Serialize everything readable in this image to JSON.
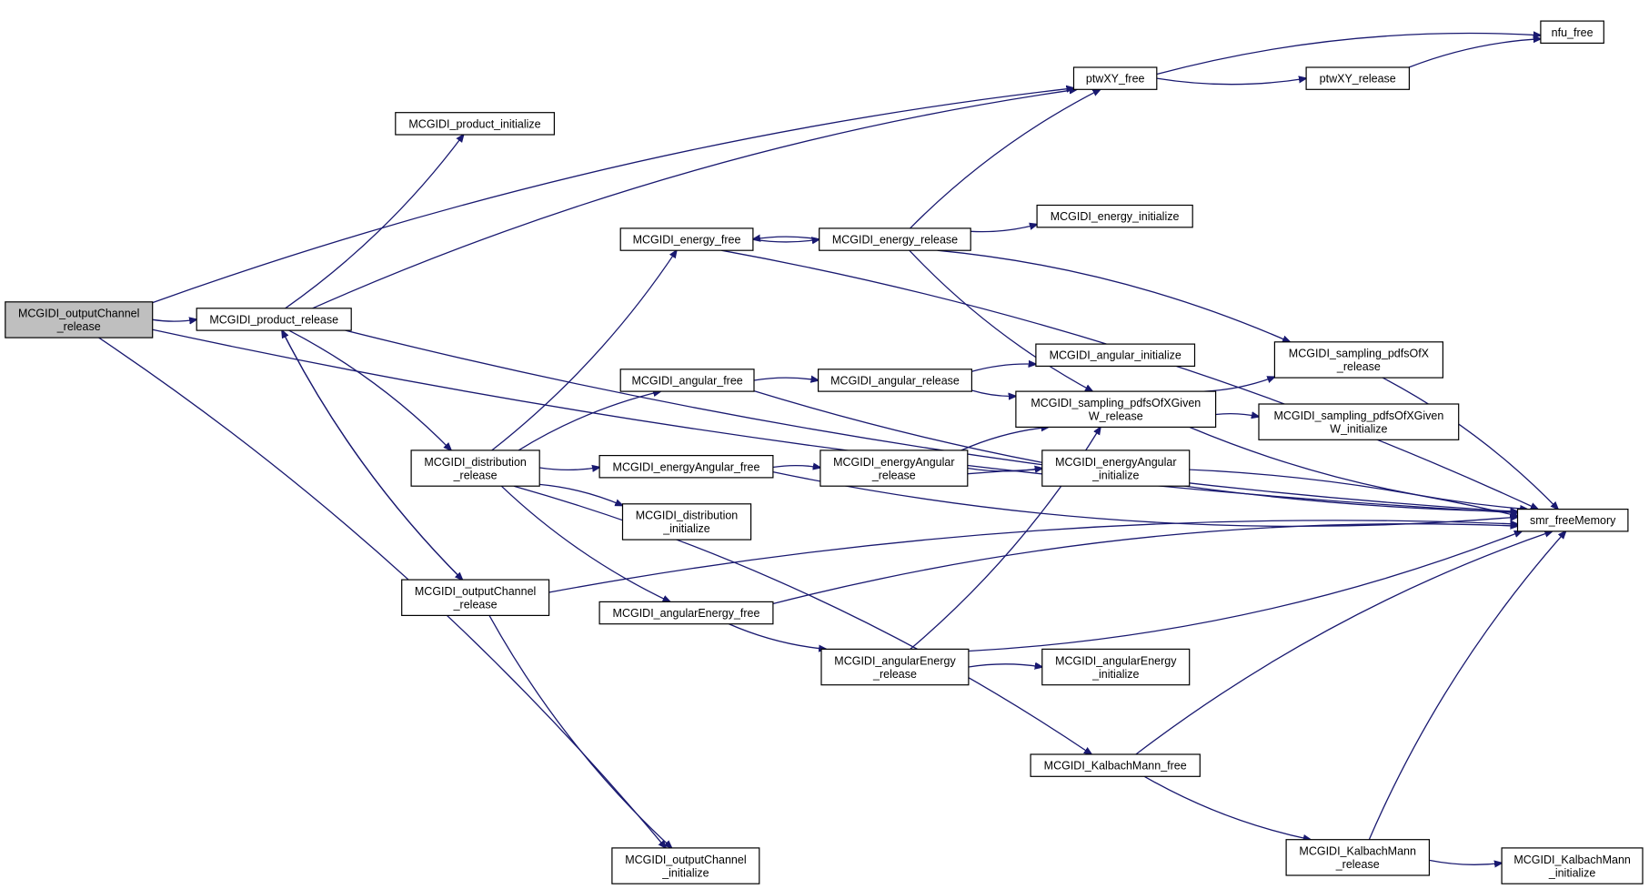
{
  "nodes": {
    "root": [
      "MCGIDI_outputChannel",
      "_release"
    ],
    "product_release": [
      "MCGIDI_product_release"
    ],
    "product_initialize": [
      "MCGIDI_product_initialize"
    ],
    "distribution_release": [
      "MCGIDI_distribution",
      "_release"
    ],
    "outputChannel_release": [
      "MCGIDI_outputChannel",
      "_release"
    ],
    "outputChannel_initialize": [
      "MCGIDI_outputChannel",
      "_initialize"
    ],
    "energy_free": [
      "MCGIDI_energy_free"
    ],
    "angular_free": [
      "MCGIDI_angular_free"
    ],
    "energyAngular_free": [
      "MCGIDI_energyAngular_free"
    ],
    "distribution_initialize": [
      "MCGIDI_distribution",
      "_initialize"
    ],
    "angularEnergy_free": [
      "MCGIDI_angularEnergy_free"
    ],
    "energy_release": [
      "MCGIDI_energy_release"
    ],
    "angular_release": [
      "MCGIDI_angular_release"
    ],
    "energyAngular_release": [
      "MCGIDI_energyAngular",
      "_release"
    ],
    "angularEnergy_release": [
      "MCGIDI_angularEnergy",
      "_release"
    ],
    "ptwXY_free": [
      "ptwXY_free"
    ],
    "ptwXY_release": [
      "ptwXY_release"
    ],
    "nfu_free": [
      "nfu_free"
    ],
    "energy_initialize": [
      "MCGIDI_energy_initialize"
    ],
    "angular_initialize": [
      "MCGIDI_angular_initialize"
    ],
    "sampling_pdfsOfXGivenW_release": [
      "MCGIDI_sampling_pdfsOfXGiven",
      "W_release"
    ],
    "sampling_pdfsOfX_release": [
      "MCGIDI_sampling_pdfsOfX",
      "_release"
    ],
    "sampling_pdfsOfXGivenW_initialize": [
      "MCGIDI_sampling_pdfsOfXGiven",
      "W_initialize"
    ],
    "energyAngular_initialize": [
      "MCGIDI_energyAngular",
      "_initialize"
    ],
    "angularEnergy_initialize": [
      "MCGIDI_angularEnergy",
      "_initialize"
    ],
    "smr_freeMemory": [
      "smr_freeMemory"
    ],
    "KalbachMann_free": [
      "MCGIDI_KalbachMann_free"
    ],
    "KalbachMann_release": [
      "MCGIDI_KalbachMann",
      "_release"
    ],
    "KalbachMann_initialize": [
      "MCGIDI_KalbachMann",
      "_initialize"
    ]
  },
  "edges": [
    [
      "root",
      "product_release"
    ],
    [
      "root",
      "ptwXY_free"
    ],
    [
      "root",
      "smr_freeMemory"
    ],
    [
      "root",
      "outputChannel_initialize"
    ],
    [
      "product_release",
      "product_initialize"
    ],
    [
      "product_release",
      "ptwXY_free"
    ],
    [
      "product_release",
      "smr_freeMemory"
    ],
    [
      "product_release",
      "distribution_release"
    ],
    [
      "product_release",
      "outputChannel_release"
    ],
    [
      "outputChannel_release",
      "product_release"
    ],
    [
      "outputChannel_release",
      "outputChannel_initialize"
    ],
    [
      "outputChannel_release",
      "smr_freeMemory"
    ],
    [
      "distribution_release",
      "energy_free"
    ],
    [
      "distribution_release",
      "angular_free"
    ],
    [
      "distribution_release",
      "energyAngular_free"
    ],
    [
      "distribution_release",
      "distribution_initialize"
    ],
    [
      "distribution_release",
      "angularEnergy_free"
    ],
    [
      "distribution_release",
      "KalbachMann_free"
    ],
    [
      "energy_free",
      "energy_release"
    ],
    [
      "energy_free",
      "smr_freeMemory"
    ],
    [
      "energy_release",
      "energy_free"
    ],
    [
      "energy_release",
      "ptwXY_free"
    ],
    [
      "energy_release",
      "energy_initialize"
    ],
    [
      "energy_release",
      "sampling_pdfsOfX_release"
    ],
    [
      "energy_release",
      "sampling_pdfsOfXGivenW_release"
    ],
    [
      "angular_free",
      "angular_release"
    ],
    [
      "angular_free",
      "smr_freeMemory"
    ],
    [
      "angular_release",
      "angular_initialize"
    ],
    [
      "angular_release",
      "sampling_pdfsOfXGivenW_release"
    ],
    [
      "energyAngular_free",
      "energyAngular_release"
    ],
    [
      "energyAngular_free",
      "smr_freeMemory"
    ],
    [
      "energyAngular_release",
      "sampling_pdfsOfXGivenW_release"
    ],
    [
      "energyAngular_release",
      "energyAngular_initialize"
    ],
    [
      "energyAngular_release",
      "smr_freeMemory"
    ],
    [
      "angularEnergy_free",
      "angularEnergy_release"
    ],
    [
      "angularEnergy_free",
      "smr_freeMemory"
    ],
    [
      "angularEnergy_release",
      "sampling_pdfsOfXGivenW_release"
    ],
    [
      "angularEnergy_release",
      "angularEnergy_initialize"
    ],
    [
      "angularEnergy_release",
      "smr_freeMemory"
    ],
    [
      "ptwXY_free",
      "nfu_free"
    ],
    [
      "ptwXY_free",
      "ptwXY_release"
    ],
    [
      "ptwXY_release",
      "nfu_free"
    ],
    [
      "sampling_pdfsOfXGivenW_release",
      "sampling_pdfsOfX_release"
    ],
    [
      "sampling_pdfsOfXGivenW_release",
      "sampling_pdfsOfXGivenW_initialize"
    ],
    [
      "sampling_pdfsOfXGivenW_release",
      "smr_freeMemory"
    ],
    [
      "sampling_pdfsOfX_release",
      "smr_freeMemory"
    ],
    [
      "KalbachMann_free",
      "KalbachMann_release"
    ],
    [
      "KalbachMann_free",
      "smr_freeMemory"
    ],
    [
      "KalbachMann_release",
      "KalbachMann_initialize"
    ],
    [
      "KalbachMann_release",
      "smr_freeMemory"
    ]
  ],
  "colors": {
    "edge": "#191970",
    "root_fill": "#bfbfbf",
    "node_fill": "#ffffff",
    "node_border": "#000000"
  }
}
